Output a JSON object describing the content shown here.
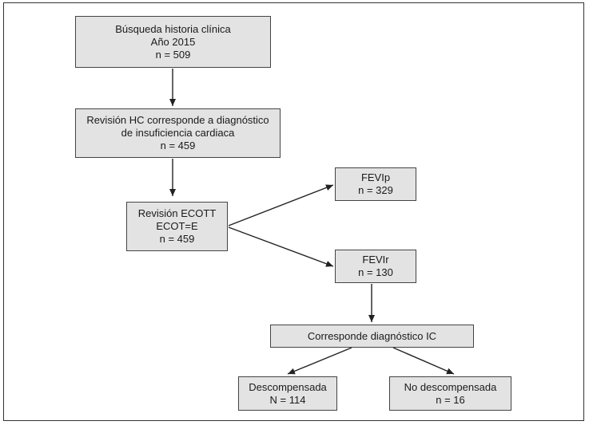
{
  "nodes": {
    "search": {
      "lines": [
        "Búsqueda historia clínica",
        "Año 2015",
        "n = 509"
      ]
    },
    "review_hc": {
      "lines": [
        "Revisión HC corresponde a diagnóstico",
        "de insuficiencia cardiaca",
        "n = 459"
      ]
    },
    "review_ecott": {
      "lines": [
        "Revisión ECOTT",
        "ECOT=E",
        "n = 459"
      ]
    },
    "fevip": {
      "lines": [
        "FEVIp",
        "n = 329"
      ]
    },
    "fevir": {
      "lines": [
        "FEVIr",
        "n = 130"
      ]
    },
    "ic_diag": {
      "lines": [
        "Corresponde diagnóstico IC"
      ]
    },
    "decomp": {
      "lines": [
        "Descompensada",
        "N = 114"
      ]
    },
    "no_decomp": {
      "lines": [
        "No descompensada",
        "n = 16"
      ]
    }
  },
  "edges": [
    {
      "from": "search",
      "to": "review_hc"
    },
    {
      "from": "review_hc",
      "to": "review_ecott"
    },
    {
      "from": "review_ecott",
      "to": "fevip"
    },
    {
      "from": "review_ecott",
      "to": "fevir"
    },
    {
      "from": "fevir",
      "to": "ic_diag"
    },
    {
      "from": "ic_diag",
      "to": "decomp"
    },
    {
      "from": "ic_diag",
      "to": "no_decomp"
    }
  ],
  "colors": {
    "box_fill": "#e3e3e3",
    "box_border": "#444444",
    "arrow": "#222222"
  }
}
